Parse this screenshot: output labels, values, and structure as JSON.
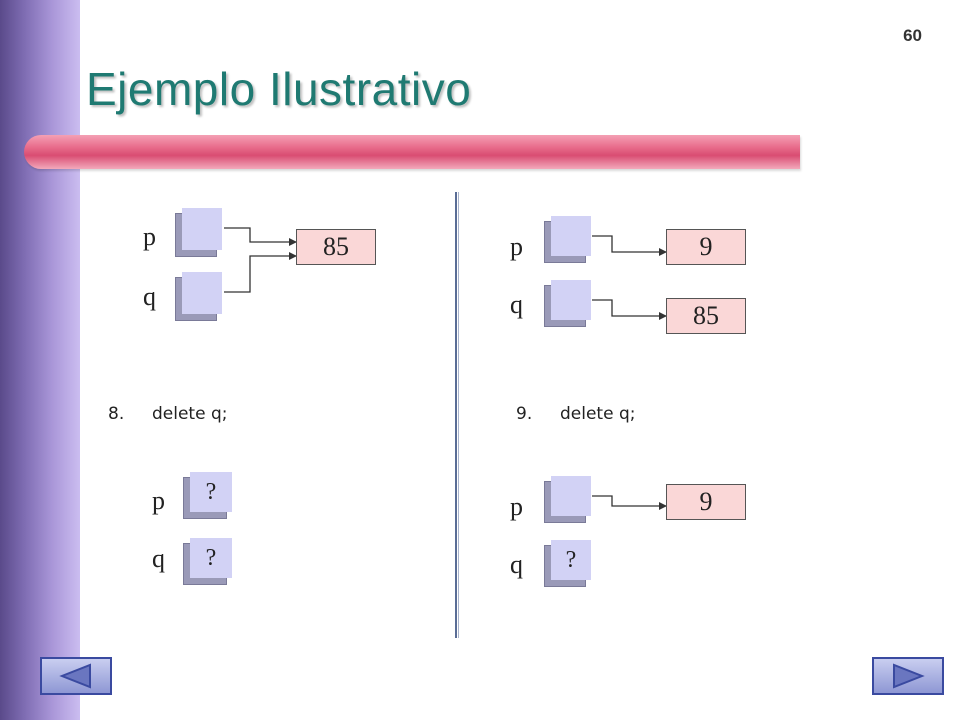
{
  "slide": {
    "page_number": "60",
    "title": "Ejemplo Ilustrativo"
  },
  "left_top": {
    "p_label": "p",
    "q_label": "q",
    "node_value": "85"
  },
  "right_top": {
    "p_label": "p",
    "q_label": "q",
    "node1_value": "9",
    "node2_value": "85"
  },
  "left_code": {
    "number": "8.",
    "text": "delete q;"
  },
  "right_code": {
    "number": "9.",
    "text": "delete q;"
  },
  "left_bottom": {
    "p_label": "p",
    "q_label": "q",
    "p_value": "?",
    "q_value": "?"
  },
  "right_bottom": {
    "p_label": "p",
    "q_label": "q",
    "q_value": "?",
    "node_value": "9"
  },
  "colors": {
    "title": "#1f7a72",
    "pointer_box": "#d2d2f5",
    "node_box": "#fad7d7",
    "title_bar": "#d94d72",
    "sidebar": "#7e6cb2"
  },
  "navigation": {
    "prev_icon": "triangle-left-icon",
    "next_icon": "triangle-right-icon"
  }
}
